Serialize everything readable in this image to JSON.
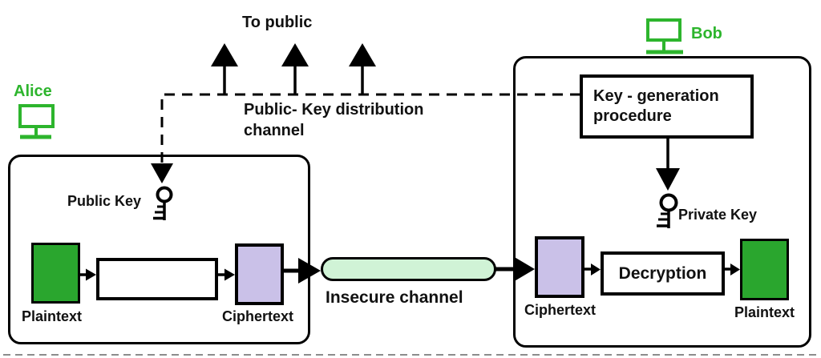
{
  "diagram": {
    "type": "public-key-cryptography-flow",
    "colors": {
      "plaintext_fill": "#2aa62e",
      "ciphertext_fill": "#cac1e8",
      "channel_fill": "#d0f3d6",
      "actor_icon_green": "#2db52d",
      "line_color": "#000000"
    },
    "labels": {
      "to_public": "To public",
      "alice": "Alice",
      "bob": "Bob",
      "distribution_line1": "Public- Key distribution",
      "distribution_line2": "channel",
      "key_generation_line1": "Key - generation",
      "key_generation_line2": "procedure",
      "public_key": "Public Key",
      "private_key": "Private Key",
      "plaintext_left": "Plaintext",
      "ciphertext_left": "Ciphertext",
      "insecure_channel": "Insecure channel",
      "ciphertext_right": "Ciphertext",
      "decryption": "Decryption",
      "plaintext_right": "Plaintext"
    }
  }
}
